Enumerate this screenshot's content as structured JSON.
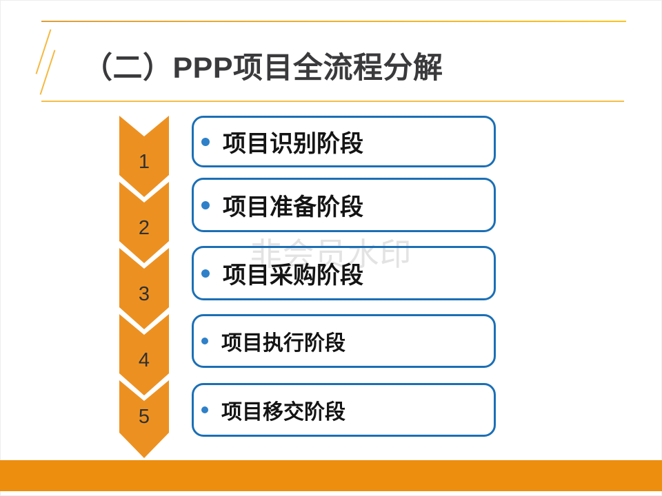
{
  "slide": {
    "title": "（二）PPP项目全流程分解",
    "watermark": "非会员水印"
  },
  "stages": [
    {
      "number": "1",
      "label": "项目识别阶段"
    },
    {
      "number": "2",
      "label": "项目准备阶段"
    },
    {
      "number": "3",
      "label": "项目采购阶段"
    },
    {
      "number": "4",
      "label": "项目执行阶段"
    },
    {
      "number": "5",
      "label": "项目移交阶段"
    }
  ],
  "colors": {
    "chevron_orange": "#ec9121",
    "bottom_bar_orange": "#ed8e0e",
    "box_border_blue": "#1b6fb5",
    "bullet_blue": "#2e80c8",
    "accent_gold": "#ffc31c",
    "title_text": "#3a3a3c",
    "watermark_gray": "#e3e3e3",
    "number_text": "#303030"
  }
}
